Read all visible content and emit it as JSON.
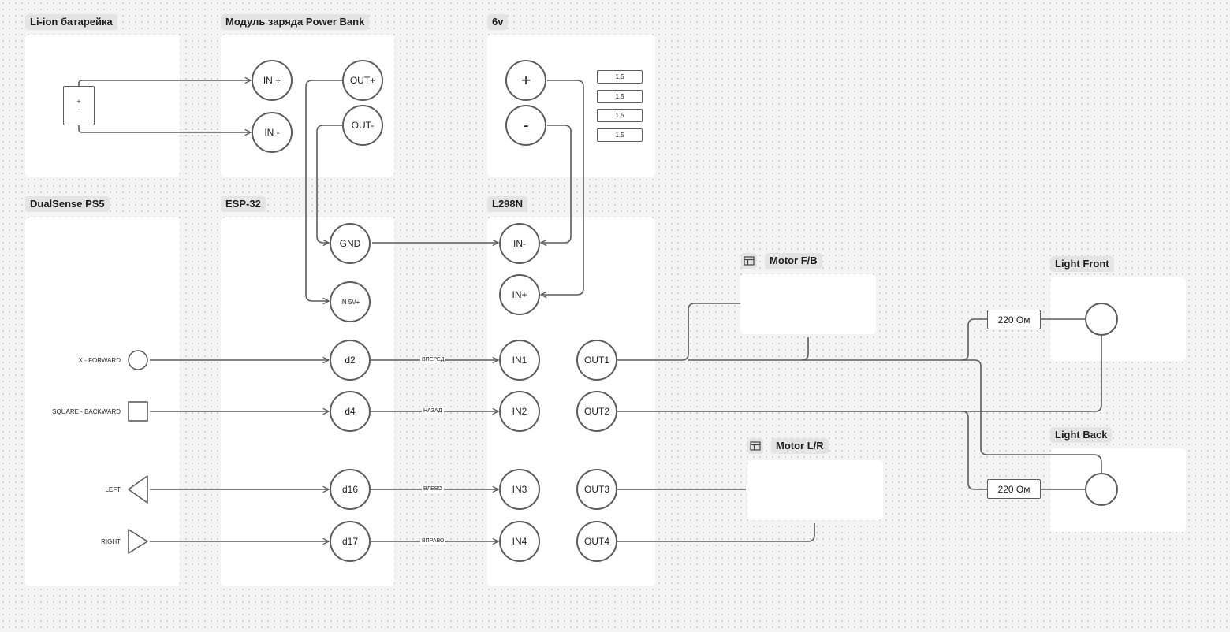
{
  "frames": {
    "battery": "Li-ion батарейка",
    "charger": "Модуль заряда Power Bank",
    "supply": "6v",
    "controller": "DualSense PS5",
    "esp": "ESP-32",
    "driver": "L298N",
    "motor_fb": "Motor F/B",
    "motor_lr": "Motor L/R",
    "light_front": "Light Front",
    "light_back": "Light Back"
  },
  "battery": {
    "plus": "+",
    "minus": "-"
  },
  "charger": {
    "in_plus": "IN +",
    "in_minus": "IN -",
    "out_plus": "OUT+",
    "out_minus": "OUT-"
  },
  "supply": {
    "plus": "+",
    "minus": "-",
    "cells": [
      "1.5",
      "1.5",
      "1.5",
      "1.5"
    ]
  },
  "controller": {
    "forward": "X - FORWARD",
    "backward": "SQUARE - BACKWARD",
    "left": "LEFT",
    "right": "RIGHT"
  },
  "esp": {
    "gnd": "GND",
    "in5v": "IN 5V+",
    "d2": "d2",
    "d4": "d4",
    "d16": "d16",
    "d17": "d17"
  },
  "driver": {
    "in_minus": "IN-",
    "in_plus": "IN+",
    "in1": "IN1",
    "in2": "IN2",
    "in3": "IN3",
    "in4": "IN4",
    "out1": "OUT1",
    "out2": "OUT2",
    "out3": "OUT3",
    "out4": "OUT4"
  },
  "wires": {
    "forward": "ВПЕРЕД",
    "backward": "НАЗАД",
    "left": "ВЛЕВО",
    "right": "ВПРАВО"
  },
  "resistors": {
    "front": "220 Ом",
    "back": "220 Ом"
  },
  "colors": {
    "wire": "#5c5c5c",
    "frame": "#ffffff",
    "label_bg": "#e4e4e4",
    "canvas": "#f4f4f4"
  }
}
